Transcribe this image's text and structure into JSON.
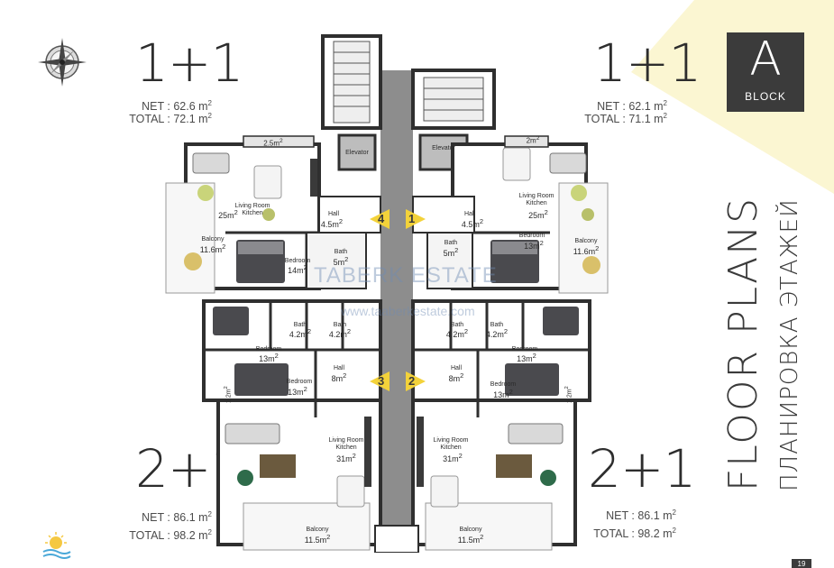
{
  "block": {
    "letter": "A",
    "label": "BLOCK"
  },
  "apartments": {
    "top_left": {
      "type": "1+1",
      "net": "NET : 62.6 m",
      "total": "TOTAL : 72.1 m"
    },
    "top_right": {
      "type": "1+1",
      "net": "NET : 62.1 m",
      "total": "TOTAL : 71.1 m"
    },
    "bottom_left": {
      "type": "2+1",
      "net": "NET : 86.1 m",
      "total": "TOTAL : 98.2 m"
    },
    "bottom_right": {
      "type": "2+1",
      "net": "NET : 86.1 m",
      "total": "TOTAL : 98.2 m"
    }
  },
  "title": {
    "en": "FLOOR PLANS",
    "ru": "ПЛАНИРОВКА ЭТАЖЕЙ"
  },
  "watermark": {
    "brand": "TABERK ESTATE",
    "url": "www.taaberkestate.com"
  },
  "page_number": "19",
  "unit_badges": [
    "1",
    "2",
    "3",
    "4"
  ],
  "elevator_label": "Elevator",
  "rooms": {
    "tl_balcony_top": "2.5m",
    "tl_living": "Living Room\nKitchen",
    "tl_living_area": "25m",
    "tl_hall": "Hall",
    "tl_hall_area": "4.5m",
    "tl_balcony": "Balcony",
    "tl_balcony_area": "11.6m",
    "tl_bedroom": "Bedroom",
    "tl_bedroom_area": "14m",
    "tl_bath": "Bath",
    "tl_bath_area": "5m",
    "tr_balcony_top": "2m",
    "tr_living": "Living Room\nKitchen",
    "tr_living_area": "25m",
    "tr_hall": "Hall",
    "tr_hall_area": "4.5m",
    "tr_bedroom": "Bedroom",
    "tr_bedroom_area": "13m",
    "tr_balcony": "Balcony",
    "tr_balcony_area": "11.6m",
    "tr_bath": "Bath",
    "tr_bath_area": "5m",
    "bl_bath1": "Bath",
    "bl_bath1_area": "4.2m",
    "bl_bath2": "Bath",
    "bl_bath2_area": "4.2m",
    "bl_bedroom1": "Bedroom",
    "bl_bedroom1_area": "13m",
    "bl_bedroom2": "Bedroom",
    "bl_bedroom2_area": "13m",
    "bl_hall": "Hall",
    "bl_hall_area": "8m",
    "bl_side": "1.2m",
    "bl_living": "Living Room\nKitchen",
    "bl_living_area": "31m",
    "bl_balcony": "Balcony",
    "bl_balcony_area": "11.5m",
    "br_bath1": "Bath",
    "br_bath1_area": "4.2m",
    "br_bath2": "Bath",
    "br_bath2_area": "4.2m",
    "br_bedroom1": "Bedroom",
    "br_bedroom1_area": "13m",
    "br_bedroom2": "Bedroom",
    "br_bedroom2_area": "13m",
    "br_hall": "Hall",
    "br_hall_area": "8m",
    "br_side": "1.2m",
    "br_living": "Living Room\nKitchen",
    "br_living_area": "31m",
    "br_balcony": "Balcony",
    "br_balcony_area": "11.5m"
  },
  "colors": {
    "badge_yellow": "#f3d23a",
    "corridor": "#8d8d8d",
    "wall": "#2f2f2f",
    "block_box": "#3b3b3b",
    "accent_yellow_bg": "#fbf7d6"
  },
  "icons": [
    "compass-icon",
    "sun-logo-icon"
  ]
}
